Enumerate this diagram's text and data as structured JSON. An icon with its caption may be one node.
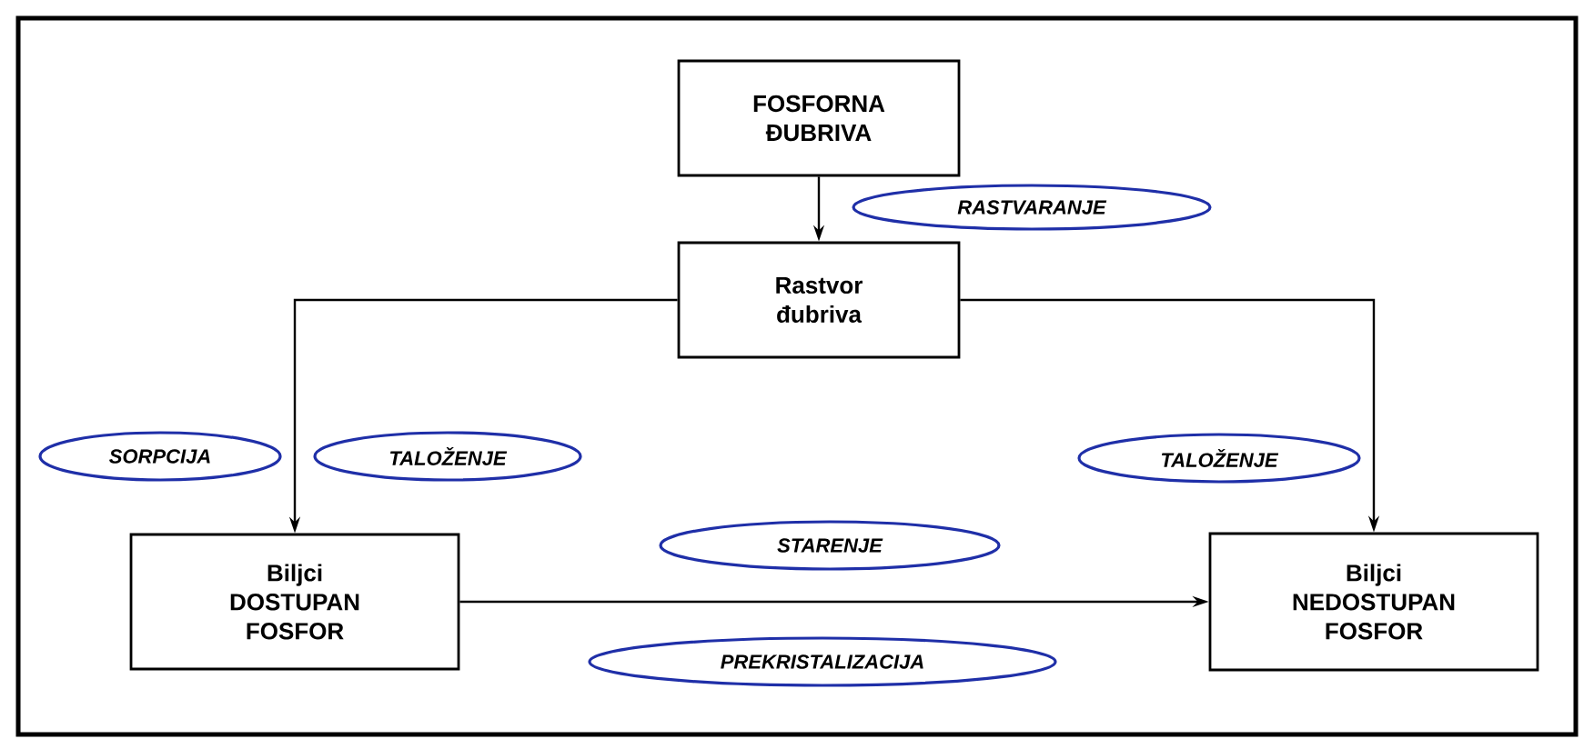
{
  "diagram": {
    "nodes": [
      {
        "text": [
          "FOSFORNA ĐUBRIVA"
        ]
      },
      {
        "text": [
          "Rastvor đubriva"
        ]
      },
      {
        "text": [
          "Biljci DOSTUPAN FOSFOR"
        ]
      },
      {
        "text": [
          "Biljci NEDOSTUPAN FOSFOR"
        ]
      },
      {
        "text": [
          "RASTVARANJE"
        ]
      },
      {
        "text": [
          "SORPCIJA"
        ]
      },
      {
        "text": [
          "TALOŽENJE"
        ]
      },
      {
        "text": [
          "TALOŽENJE"
        ]
      },
      {
        "text": [
          "STARENJE"
        ]
      },
      {
        "text": [
          "PREKRISTALIZACIJA"
        ]
      }
    ],
    "edges": [
      {
        "from": 0,
        "to": 1,
        "arrow": "to"
      },
      {
        "from": 1,
        "to": 2,
        "arrow": "to"
      },
      {
        "from": 1,
        "to": 3,
        "arrow": "to"
      },
      {
        "from": 2,
        "to": 3,
        "arrow": "to"
      }
    ]
  }
}
